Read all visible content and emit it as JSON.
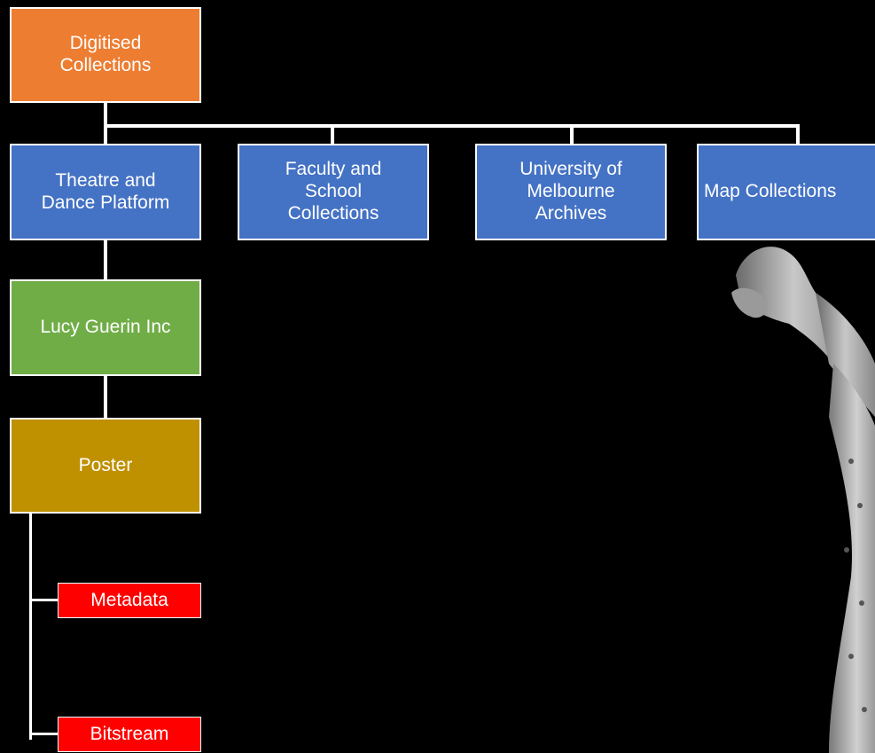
{
  "colors": {
    "background": "#000000",
    "root": "#ed7d31",
    "category": "#4472c4",
    "collection": "#70ad47",
    "item": "#bf9000",
    "component": "#ff0000",
    "connector": "#ffffff"
  },
  "diagram": {
    "root": {
      "label": "Digitised\nCollections"
    },
    "categories": [
      {
        "label": "Theatre and\nDance Platform"
      },
      {
        "label": "Faculty and\nSchool\nCollections"
      },
      {
        "label": "University of\nMelbourne\nArchives"
      },
      {
        "label": "Map Collections"
      }
    ],
    "collection": {
      "label": "Lucy Guerin Inc"
    },
    "item": {
      "label": "Poster"
    },
    "components": [
      {
        "label": "Metadata"
      },
      {
        "label": "Bitstream"
      }
    ]
  },
  "background_image": {
    "description_icon": "hand-photo"
  }
}
